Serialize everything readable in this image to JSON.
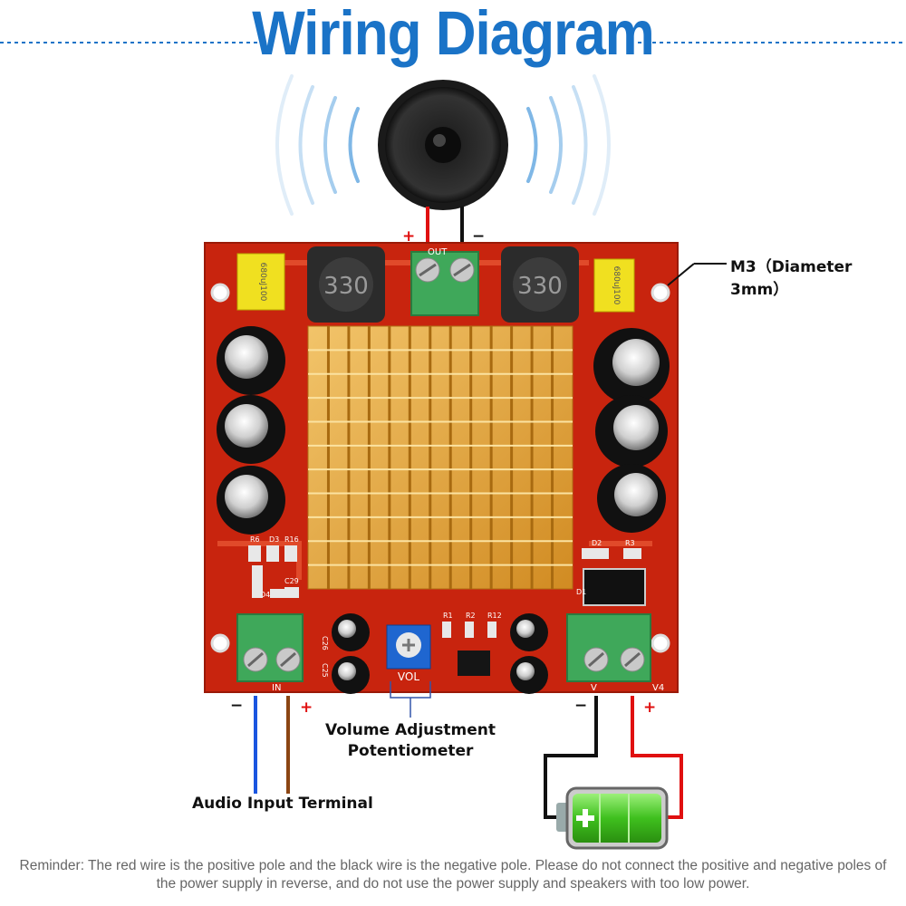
{
  "title": "Wiring Diagram",
  "labels": {
    "mount_hole": "M3（Diameter 3mm）",
    "volume_line1": "Volume Adjustment",
    "volume_line2": "Potentiometer",
    "audio_input": "Audio Input Terminal",
    "plus": "+",
    "minus": "−"
  },
  "board_text": {
    "inductor_value": "330",
    "capacitor_code": "680uJ100",
    "out": "OUT",
    "vol": "VOL",
    "in": "IN",
    "v4": "V4",
    "v": "V",
    "r6": "R6",
    "d3": "D3",
    "r16": "R16",
    "c29": "C29",
    "d4": "D4",
    "c26": "C26",
    "c25": "C25",
    "r1": "R1",
    "r2": "R2",
    "r12": "R12",
    "d2": "D2",
    "r3": "R3",
    "d1": "D1"
  },
  "reminder": "Reminder: The red wire is the positive pole and the black wire is the negative pole. Please do not connect the positive and negative poles of the power supply in reverse, and do not use the power supply and speakers with too low power.",
  "colors": {
    "title": "#1a73c7",
    "board": "#c8240e",
    "heatsink": "#e3a740",
    "terminal": "#3fa85a",
    "wire_red": "#e01010",
    "wire_black": "#111111",
    "wire_blue": "#1a55e0",
    "wire_brown": "#8b4513",
    "battery_fill": "#52d22e"
  }
}
